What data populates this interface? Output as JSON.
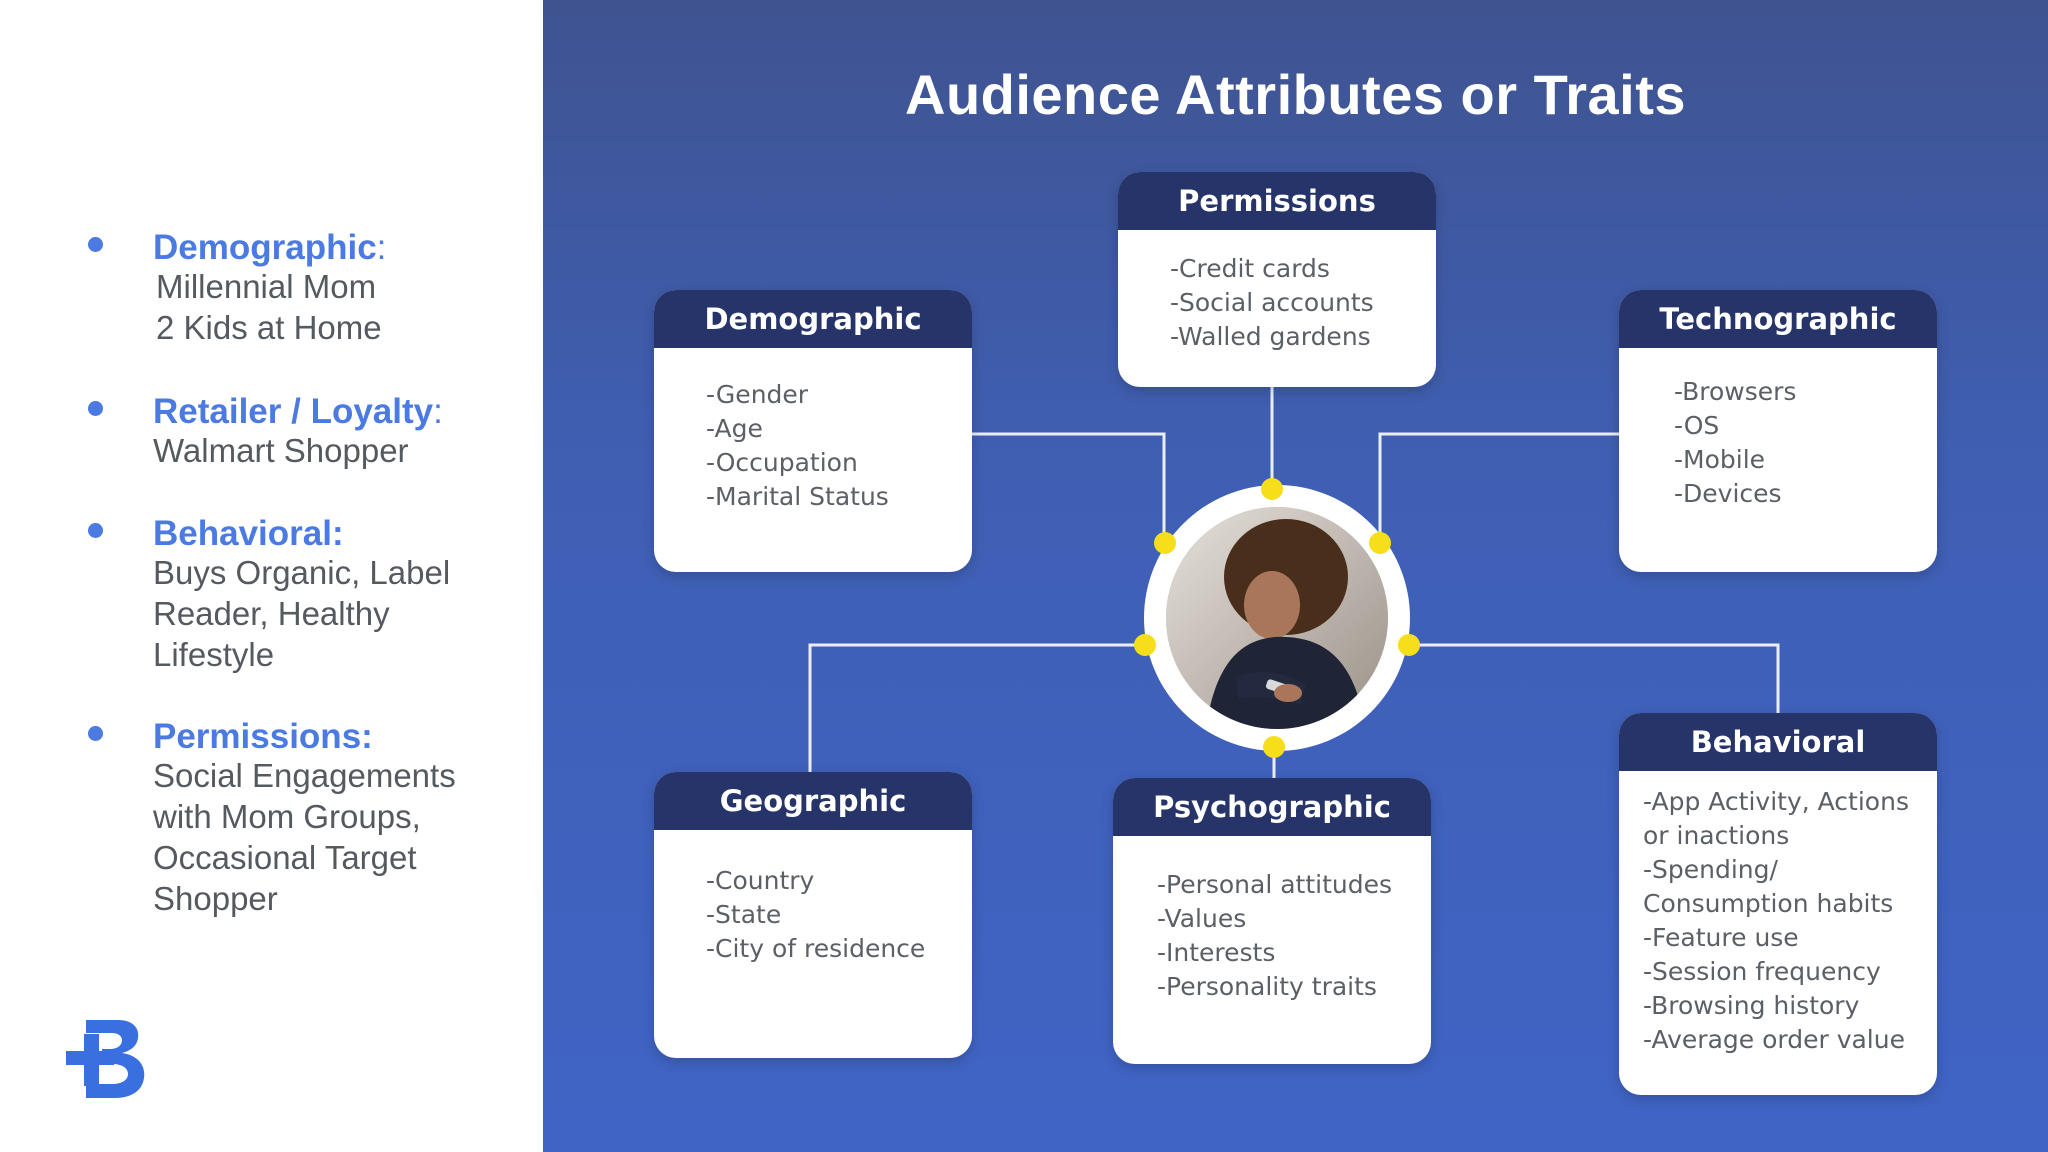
{
  "left_panel": {
    "bullets": [
      {
        "heading": "Demographic",
        "suffix": ":",
        "lines": [
          "Millennial Mom",
          "2 Kids at Home"
        ]
      },
      {
        "heading": "Retailer / Loyalty",
        "suffix": ":",
        "lines": [
          "Walmart Shopper"
        ]
      },
      {
        "heading": "Behavioral:",
        "suffix": "",
        "lines": [
          "Buys Organic,  Label",
          "Reader, Healthy",
          "Lifestyle"
        ]
      },
      {
        "heading": "Permissions:",
        "suffix": "",
        "lines": [
          "Social Engagements",
          "with Mom Groups,",
          "Occasional Target",
          "Shopper"
        ]
      }
    ],
    "accent_color": "#4a7ae2",
    "logo_icon": "plus-b-logo-icon"
  },
  "slide": {
    "title": "Audience Attributes or Traits",
    "cards": {
      "permissions": {
        "title": "Permissions",
        "items": [
          "-Credit cards",
          "-Social accounts",
          "-Walled gardens"
        ]
      },
      "demographic": {
        "title": "Demographic",
        "items": [
          "-Gender",
          "-Age",
          "-Occupation",
          "-Marital Status"
        ]
      },
      "technographic": {
        "title": "Technographic",
        "items": [
          "-Browsers",
          "-OS",
          "-Mobile",
          "-Devices"
        ]
      },
      "geographic": {
        "title": "Geographic",
        "items": [
          "-Country",
          "-State",
          "-City of residence"
        ]
      },
      "psychographic": {
        "title": "Psychographic",
        "items": [
          "-Personal attitudes",
          "-Values",
          "-Interests",
          "-Personality traits"
        ]
      },
      "behavioral": {
        "title": "Behavioral",
        "items": [
          "-App Activity, Actions",
          "or inactions",
          "-Spending/",
          "Consumption habits",
          "-Feature use",
          "-Session frequency",
          "-Browsing history",
          "-Average order value"
        ]
      }
    },
    "center_icon": "woman-using-phone-photo",
    "colors": {
      "header": "#26346a",
      "node_dot": "#f6de1a",
      "background_top": "#3f5390",
      "background_bottom": "#4064c6"
    }
  }
}
